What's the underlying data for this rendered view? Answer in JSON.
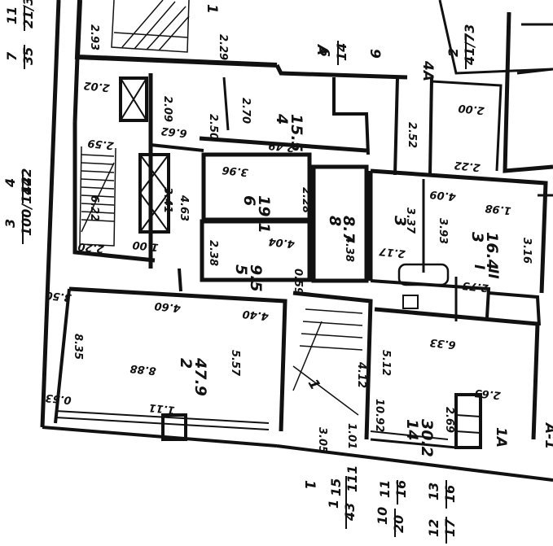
{
  "colors": {
    "ink": "#111111",
    "paper": "#ffffff"
  },
  "labels": {
    "room_main_no": "2",
    "room_main_area": "47.9",
    "dim_557": "5.57",
    "dim_888": "8.88",
    "dim_835": "8.35",
    "dim_460": "4.60",
    "dim_440": "4.40",
    "dim_350": "3.50",
    "dim_053": "0.53",
    "dim_111": "1.11",
    "room6_no": "6",
    "room6_area": "19.1",
    "room5_no": "5",
    "room5_area": "9.5",
    "room4_no": "4",
    "room4_area": "15.5",
    "room3_no": "3",
    "room3_area": "16.4",
    "room8_no": "8",
    "room8_area": "8.7",
    "room3a_no": "3",
    "room14_no": "14",
    "room14_area": "30.2",
    "dim_512": "5.12",
    "dim_438": "4.38",
    "dim_337": "3.37",
    "dim_393": "3.93",
    "dim_316": "3.16",
    "dim_463": "4.63",
    "dim_341": "3.41",
    "dim_622": "6.22",
    "dim_250": "2.50",
    "dim_270": "2.70",
    "dim_228": "2.28",
    "dim_238": "2.38",
    "dim_059": "0.59",
    "dim_209": "2.09",
    "dim_229": "2.29",
    "dim_293": "2.93",
    "dim_305": "3.05",
    "dim_269": "2.69",
    "dim_412": "4.12",
    "dim_1092": "10.92",
    "dim_101": "1.01",
    "dim_198": "1.98",
    "dim_662": "6.62",
    "dim_249": "2.49",
    "dim_404": "4.04",
    "dim_396": "3.96",
    "dim_220": "2.20",
    "dim_100": "1.00",
    "dim_202": "2.02",
    "dim_259": "2.59",
    "dim_252": "2.52",
    "dim_200": "2.00",
    "dim_222": "2.22",
    "dim_409": "4.09",
    "dim_275": "2.75",
    "dim_633": "6.33",
    "dim_265": "2.65",
    "dim_217": "2.17",
    "mark_1": "1",
    "mark_1b": "1",
    "mark_i": "I",
    "mark_ii": "II",
    "mark_a": "A",
    "mark_a1": "A-1",
    "mark_1a": "1A",
    "mark_4a": "4A",
    "mark_9a": "9",
    "mark_1x": "1"
  },
  "edge_fractions": [
    {
      "num": "3",
      "den": "100/142"
    },
    {
      "num": "4",
      "den": "142"
    },
    {
      "num": "7",
      "den": "35"
    },
    {
      "num": "11",
      "den": "21/3"
    },
    {
      "num": "9",
      "den": "14"
    },
    {
      "num": "2",
      "den": "41/73"
    },
    {
      "num": "1",
      "den": "43"
    },
    {
      "num": "15",
      "den": "111"
    },
    {
      "num": "10",
      "den": "20"
    },
    {
      "num": "11",
      "den": "16"
    },
    {
      "num": "12",
      "den": "17"
    },
    {
      "num": "13",
      "den": "16"
    }
  ]
}
